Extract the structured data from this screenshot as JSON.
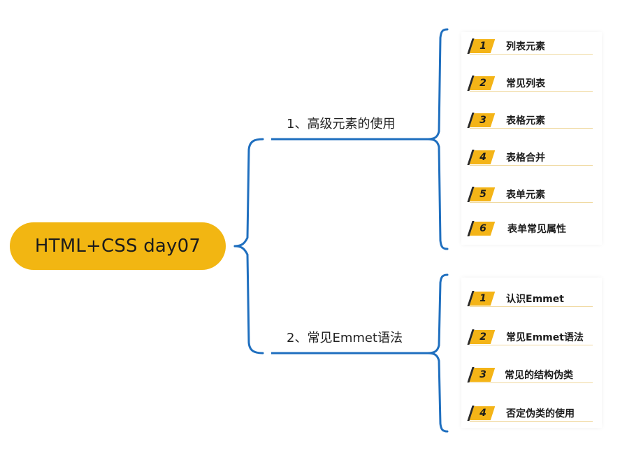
{
  "root": {
    "label": "HTML+CSS day07"
  },
  "branches": [
    {
      "label": "1、高级元素的使用",
      "items": [
        {
          "num": "1",
          "label": "列表元素"
        },
        {
          "num": "2",
          "label": "常见列表"
        },
        {
          "num": "3",
          "label": "表格元素"
        },
        {
          "num": "4",
          "label": "表格合并"
        },
        {
          "num": "5",
          "label": "表单元素"
        },
        {
          "num": "6",
          "label": "表单常见属性"
        }
      ]
    },
    {
      "label": "2、常见Emmet语法",
      "items": [
        {
          "num": "1",
          "label": "认识Emmet"
        },
        {
          "num": "2",
          "label": "常见Emmet语法"
        },
        {
          "num": "3",
          "label": "常见的结构伪类"
        },
        {
          "num": "4",
          "label": "否定伪类的使用"
        }
      ]
    }
  ],
  "colors": {
    "connector": "#1f6fbf",
    "root_fill": "#f2b612",
    "badge": "#f4b417"
  }
}
